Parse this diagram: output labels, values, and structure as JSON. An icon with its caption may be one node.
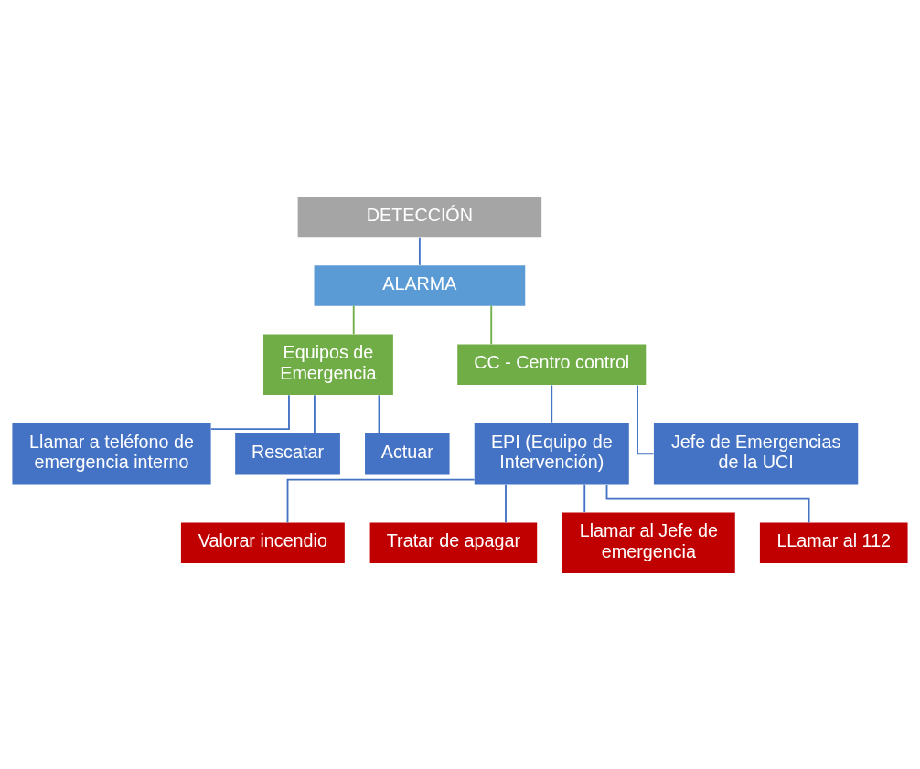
{
  "diagram": {
    "nodes": [
      {
        "text": [
          "DETECCIÓN"
        ]
      },
      {
        "text": [
          "ALARMA"
        ]
      },
      {
        "text": [
          "Equipos de Emergencia"
        ]
      },
      {
        "text": [
          "CC - Centro control"
        ]
      },
      {
        "text": [
          "Llamar a teléfono de emergencia interno"
        ]
      },
      {
        "text": [
          "Rescatar"
        ]
      },
      {
        "text": [
          "Actuar"
        ]
      },
      {
        "text": [
          "EPI (Equipo de Intervención)"
        ]
      },
      {
        "text": [
          "Jefe de Emergencias de la UCI"
        ]
      },
      {
        "text": [
          "Valorar incendio"
        ]
      },
      {
        "text": [
          "Tratar de apagar"
        ]
      },
      {
        "text": [
          "Llamar al Jefe de emergencia"
        ]
      },
      {
        "text": [
          "LLamar al 112"
        ]
      }
    ],
    "edges": [
      {
        "from": 0,
        "to": 1,
        "arrow": "none"
      },
      {
        "from": 1,
        "to": 2,
        "arrow": "none",
        "color": "#70ad47"
      },
      {
        "from": 1,
        "to": 3,
        "arrow": "none",
        "color": "#70ad47"
      },
      {
        "from": 2,
        "to": 4,
        "arrow": "none"
      },
      {
        "from": 2,
        "to": 5,
        "arrow": "none"
      },
      {
        "from": 2,
        "to": 6,
        "arrow": "none"
      },
      {
        "from": 3,
        "to": 7,
        "arrow": "none"
      },
      {
        "from": 3,
        "to": 8,
        "arrow": "none"
      },
      {
        "from": 7,
        "to": 9,
        "arrow": "none"
      },
      {
        "from": 7,
        "to": 10,
        "arrow": "none"
      },
      {
        "from": 7,
        "to": 11,
        "arrow": "none"
      },
      {
        "from": 7,
        "to": 12,
        "arrow": "none"
      }
    ]
  }
}
